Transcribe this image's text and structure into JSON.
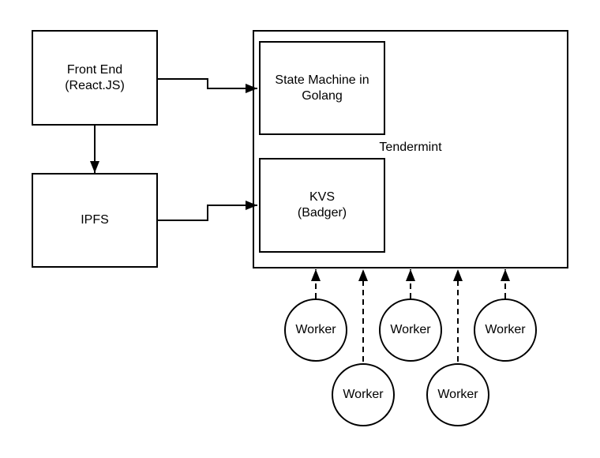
{
  "colors": {
    "background": "#ffffff",
    "stroke": "#000000",
    "text": "#000000"
  },
  "nodes": {
    "frontend": {
      "label": "Front End\n(React.JS)"
    },
    "ipfs": {
      "label": "IPFS"
    },
    "tendermint_container": {
      "label": "Tendermint"
    },
    "state_machine": {
      "label": "State Machine in\nGolang"
    },
    "kvs": {
      "label": "KVS\n(Badger)"
    }
  },
  "workers": [
    {
      "label": "Worker"
    },
    {
      "label": "Worker"
    },
    {
      "label": "Worker"
    },
    {
      "label": "Worker"
    },
    {
      "label": "Worker"
    }
  ],
  "edges": [
    {
      "from": "Front End (React.JS)",
      "to": "State Machine in Golang",
      "style": "solid-arrow"
    },
    {
      "from": "Front End (React.JS)",
      "to": "IPFS",
      "style": "solid-arrow"
    },
    {
      "from": "IPFS",
      "to": "KVS (Badger)",
      "style": "solid-arrow"
    },
    {
      "from": "Worker 1",
      "to": "Tendermint",
      "style": "dashed-arrow"
    },
    {
      "from": "Worker 2",
      "to": "Tendermint",
      "style": "dashed-arrow"
    },
    {
      "from": "Worker 3",
      "to": "Tendermint",
      "style": "dashed-arrow"
    },
    {
      "from": "Worker 4",
      "to": "Tendermint",
      "style": "dashed-arrow"
    },
    {
      "from": "Worker 5",
      "to": "Tendermint",
      "style": "dashed-arrow"
    }
  ]
}
